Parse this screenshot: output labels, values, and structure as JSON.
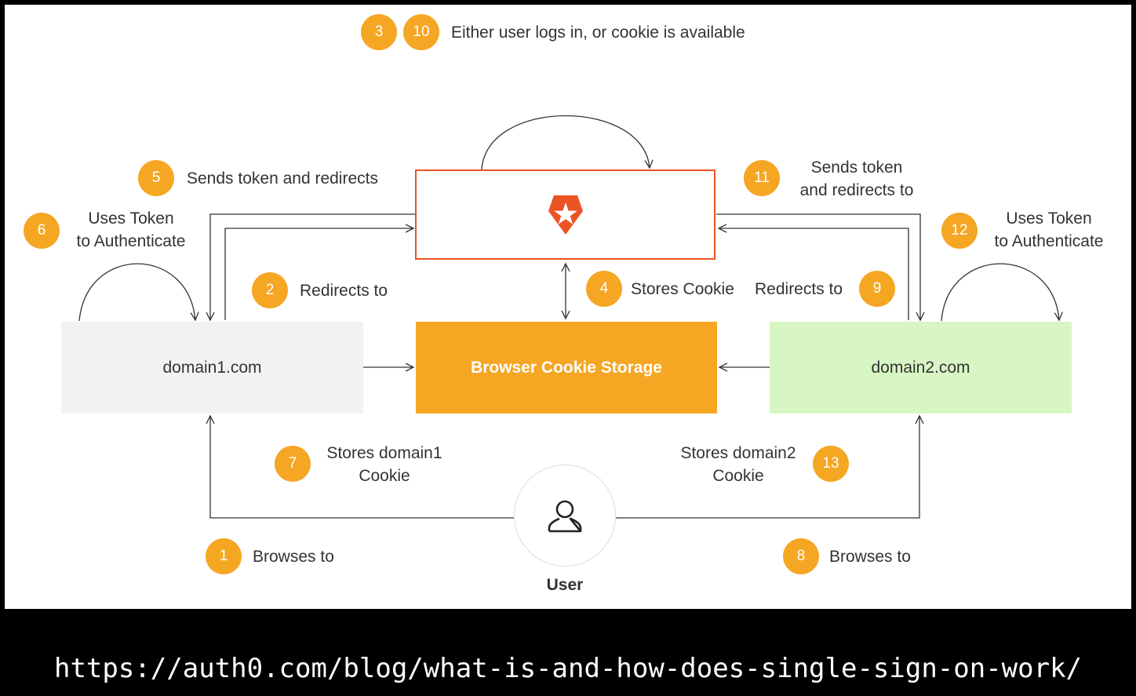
{
  "step_note": {
    "badges": [
      "3",
      "10"
    ],
    "text": "Either user logs in, or cookie is available"
  },
  "nodes": {
    "auth0": {
      "icon": "auth0-shield-logo-icon"
    },
    "domain1": "domain1.com",
    "storage": "Browser Cookie Storage",
    "domain2": "domain2.com",
    "user": "User"
  },
  "steps": {
    "s1": {
      "n": "1",
      "text": "Browses to"
    },
    "s2": {
      "n": "2",
      "text": "Redirects to"
    },
    "s4": {
      "n": "4",
      "text": "Stores Cookie"
    },
    "s5": {
      "n": "5",
      "text": "Sends token and redirects"
    },
    "s6": {
      "n": "6",
      "line1": "Uses Token",
      "line2": "to Authenticate"
    },
    "s7": {
      "n": "7",
      "line1": "Stores domain1",
      "line2": "Cookie"
    },
    "s8": {
      "n": "8",
      "text": "Browses to"
    },
    "s9": {
      "n": "9",
      "text": "Redirects to"
    },
    "s11": {
      "n": "11",
      "line1": "Sends token",
      "line2": "and redirects to"
    },
    "s12": {
      "n": "12",
      "line1": "Uses Token",
      "line2": "to Authenticate"
    },
    "s13": {
      "n": "13",
      "line1": "Stores domain2",
      "line2": "Cookie"
    }
  },
  "colors": {
    "accent": "#f5a623",
    "auth0_red": "#eb5424",
    "domain1_bg": "#f2f2f2",
    "domain2_bg": "#d8f5c4"
  },
  "source_url": "https://auth0.com/blog/what-is-and-how-does-single-sign-on-work/"
}
